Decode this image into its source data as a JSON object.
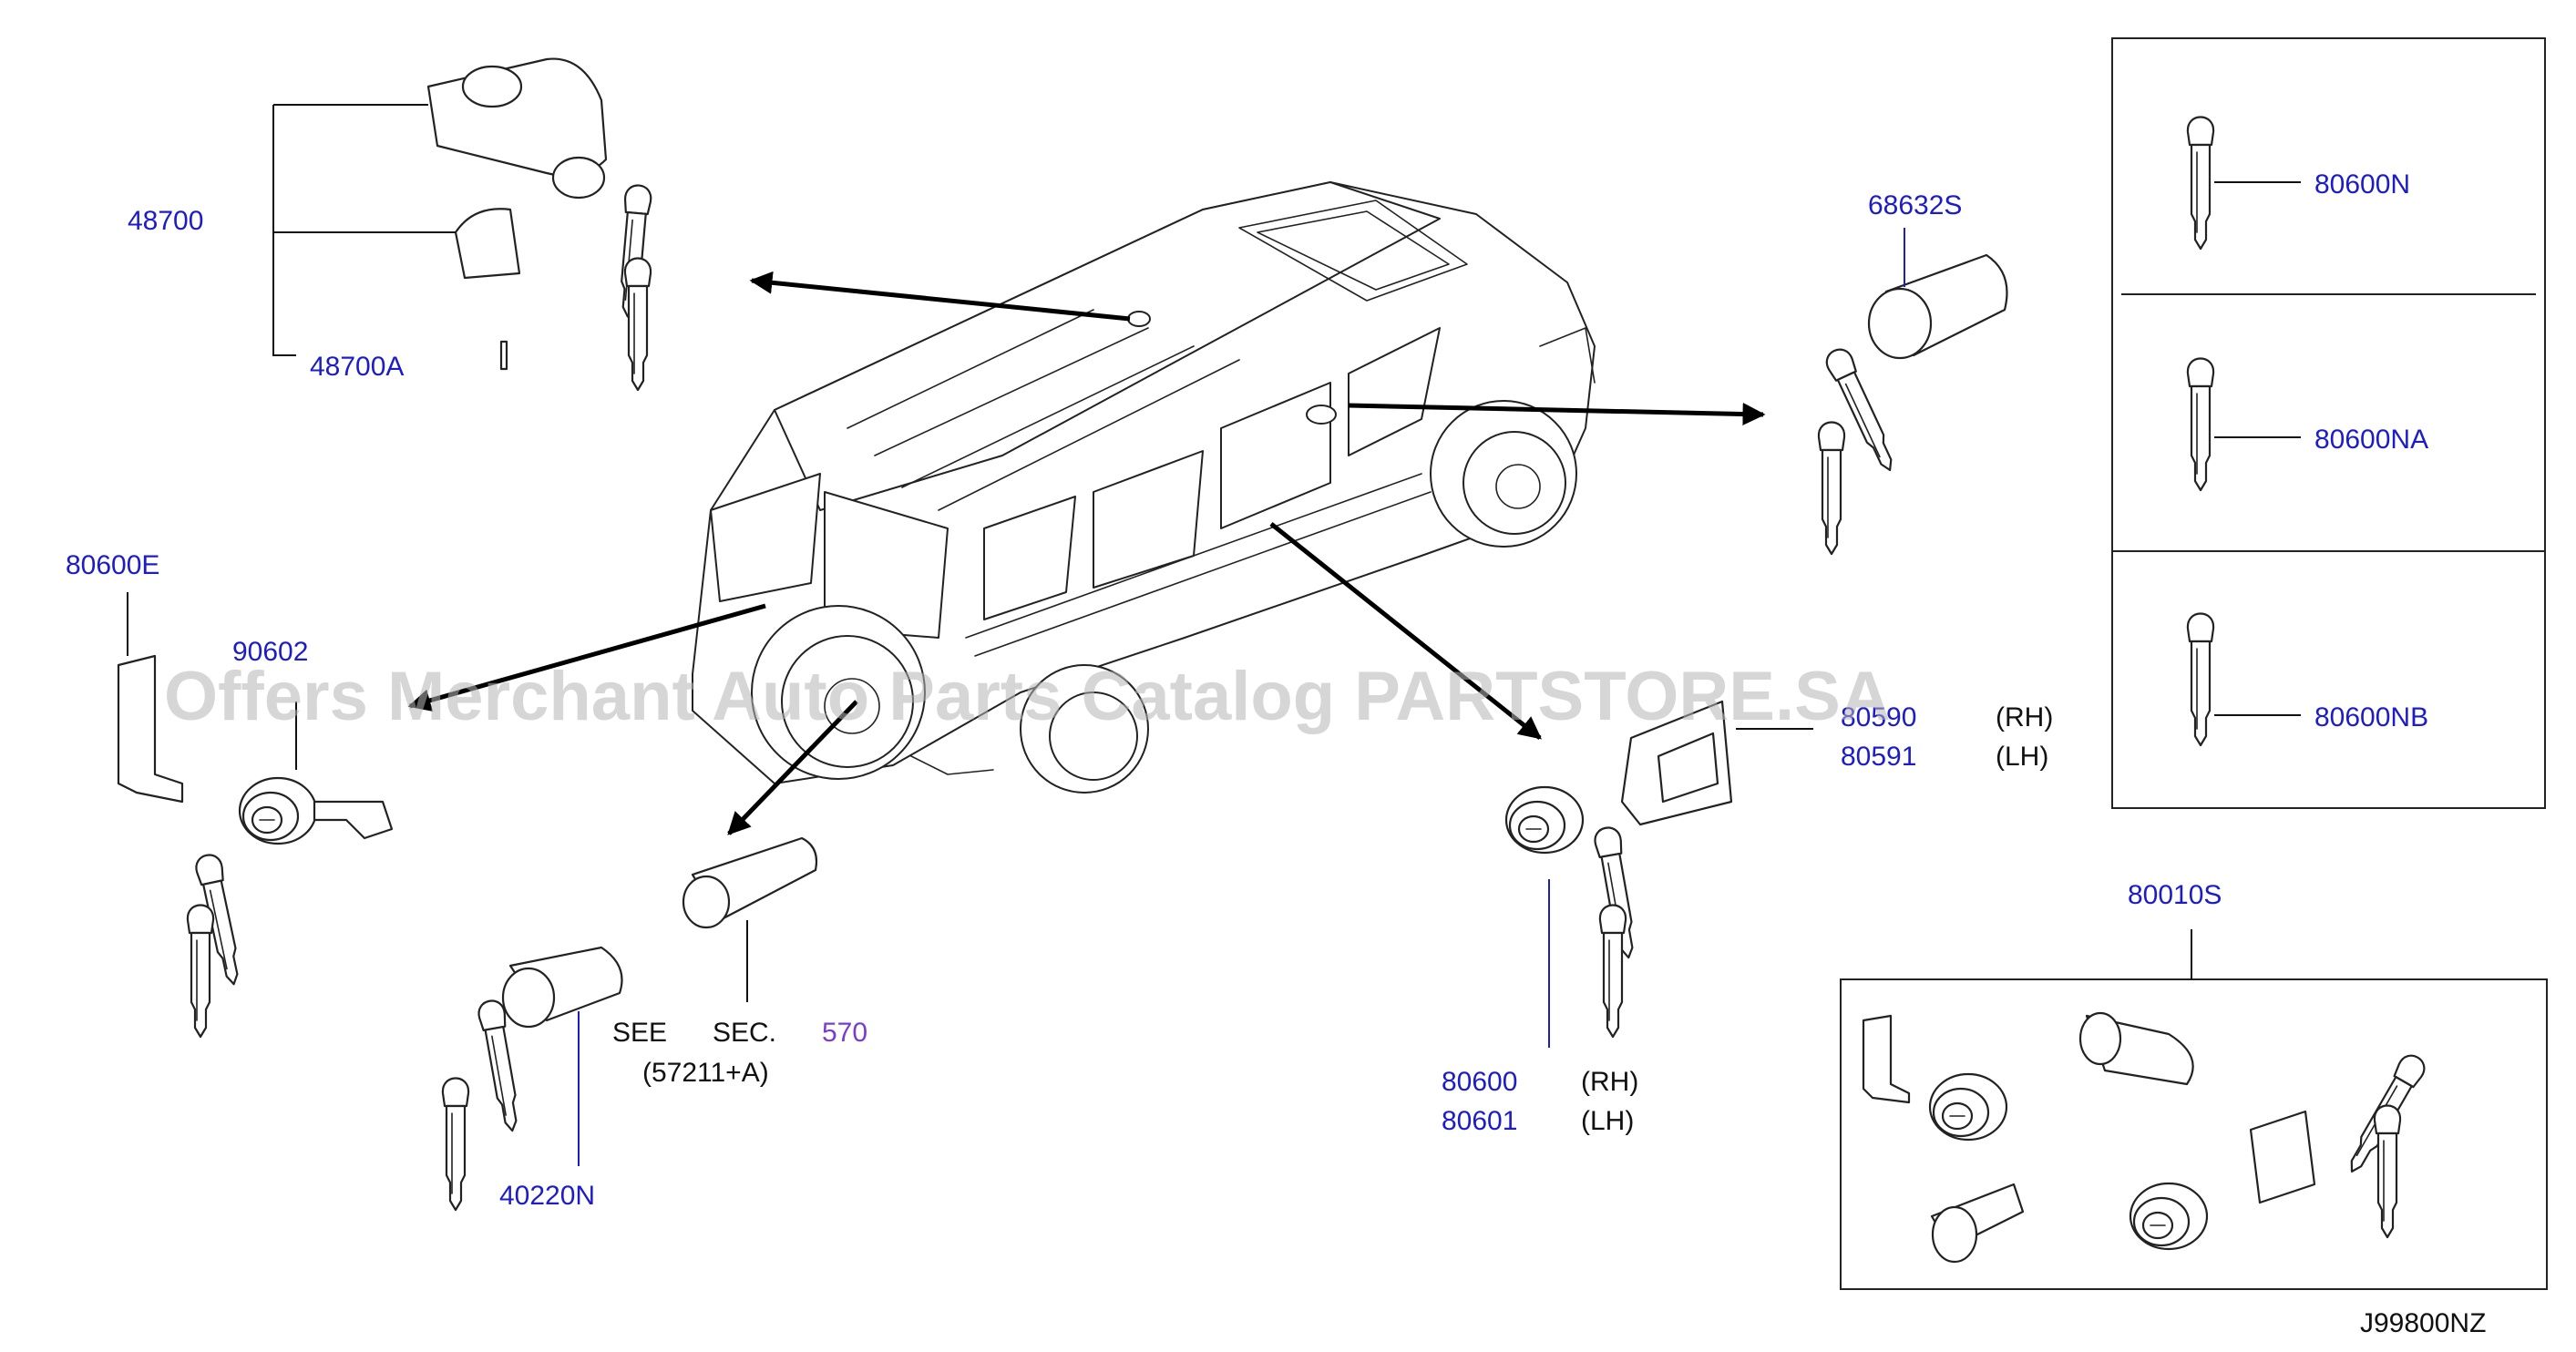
{
  "labels": {
    "p48700": "48700",
    "p48700a": "48700A",
    "p80600e": "80600E",
    "p90602": "90602",
    "p68632s": "68632S",
    "p80600n": "80600N",
    "p80600na": "80600NA",
    "p80600nb": "80600NB",
    "p80590": "80590",
    "p80591": "80591",
    "rh1": "(RH)",
    "lh1": "(LH)",
    "p80600": "80600",
    "p80601": "80601",
    "rh2": "(RH)",
    "lh2": "(LH)",
    "p40220n": "40220N",
    "see": "SEE",
    "sec": "SEC.",
    "sec_num": "570",
    "sec_ref": "(57211+A)",
    "p80010s": "80010S",
    "diagram_code": "J99800NZ"
  },
  "watermark": "Offers Merchant Auto Parts Catalog PARTSTORE.SA",
  "colors": {
    "part_number": "#1c1cc8",
    "section_link": "#7a3ccf",
    "text": "#111111",
    "watermark": "#b4b4b4"
  }
}
